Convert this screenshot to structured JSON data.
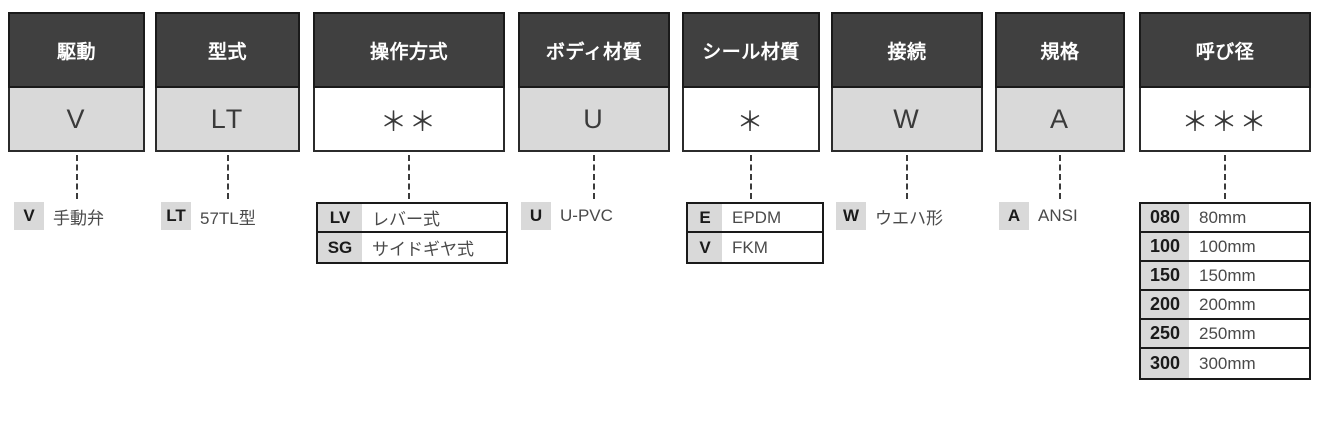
{
  "diagram": {
    "title_note": "Model code composition chart",
    "colors": {
      "header_bg": "#404040",
      "header_text": "#ffffff",
      "value_fill": "#d9d9d9",
      "value_plain": "#ffffff",
      "border": "#1a1a1a",
      "label_text": "#4a4a4a"
    }
  },
  "columns": [
    {
      "key": "drive",
      "header": "駆動",
      "value": "V",
      "value_style": "filled",
      "legend_type": "simple",
      "options": [
        {
          "code": "V",
          "label": "手動弁"
        }
      ]
    },
    {
      "key": "type",
      "header": "型式",
      "value": "LT",
      "value_style": "filled",
      "legend_type": "simple",
      "options": [
        {
          "code": "LT",
          "label": "57TL型"
        }
      ]
    },
    {
      "key": "operation",
      "header": "操作方式",
      "value": "＊＊",
      "value_style": "plain",
      "legend_type": "table",
      "options": [
        {
          "code": "LV",
          "label": "レバー式"
        },
        {
          "code": "SG",
          "label": "サイドギヤ式"
        }
      ]
    },
    {
      "key": "body_material",
      "header": "ボディ材質",
      "value": "U",
      "value_style": "filled",
      "legend_type": "simple",
      "options": [
        {
          "code": "U",
          "label": "U-PVC"
        }
      ]
    },
    {
      "key": "seal_material",
      "header": "シール材質",
      "value": "＊",
      "value_style": "plain",
      "legend_type": "table",
      "options": [
        {
          "code": "E",
          "label": "EPDM"
        },
        {
          "code": "V",
          "label": "FKM"
        }
      ]
    },
    {
      "key": "connection",
      "header": "接続",
      "value": "W",
      "value_style": "filled",
      "legend_type": "simple",
      "options": [
        {
          "code": "W",
          "label": "ウエハ形"
        }
      ]
    },
    {
      "key": "standard",
      "header": "規格",
      "value": "A",
      "value_style": "filled",
      "legend_type": "simple",
      "options": [
        {
          "code": "A",
          "label": "ANSI"
        }
      ]
    },
    {
      "key": "nominal_diameter",
      "header": "呼び径",
      "value": "＊＊＊",
      "value_style": "plain",
      "legend_type": "table",
      "options": [
        {
          "code": "080",
          "label": "80mm"
        },
        {
          "code": "100",
          "label": "100mm"
        },
        {
          "code": "150",
          "label": "150mm"
        },
        {
          "code": "200",
          "label": "200mm"
        },
        {
          "code": "250",
          "label": "250mm"
        },
        {
          "code": "300",
          "label": "300mm"
        }
      ]
    }
  ]
}
